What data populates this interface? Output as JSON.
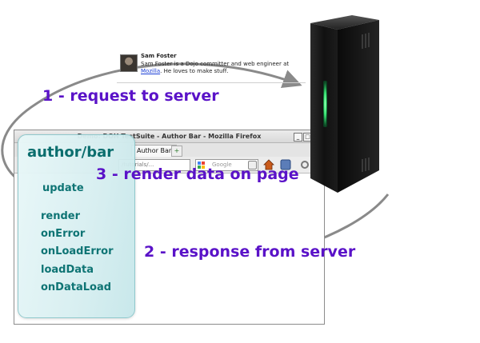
{
  "labels": {
    "step1": "1 - request to server",
    "step2": "2 - response from server",
    "step3": "3 - render data on page"
  },
  "panel": {
    "title": "author/bar",
    "methods": {
      "update": "update",
      "render": "render",
      "on_error": "onError",
      "on_load_error": "onLoadError",
      "load_data": "loadData",
      "on_data_load": "onDataLoad"
    }
  },
  "firefox": {
    "title": "Demo: DOH TestSuite - Author Bar - Mozilla Firefox",
    "tab_label": "Author Bar",
    "url_fragment": "/tutorials/...",
    "search_placeholder": "Google",
    "window_buttons": {
      "minimize": "_",
      "maximize": "□",
      "close": "×"
    },
    "tab_plus": "+"
  },
  "author": {
    "name": "Sam Foster",
    "bio_before_link": "Sam Foster is a Dojo committer and web engineer at",
    "bio_link": "Mozilla",
    "bio_after_link": ". He loves to make stuff."
  },
  "colors": {
    "step_label": "#5a12c8",
    "panel_text": "#0b6e6e",
    "arrow": "#8a8a8a",
    "server_led": "#3df07a"
  }
}
